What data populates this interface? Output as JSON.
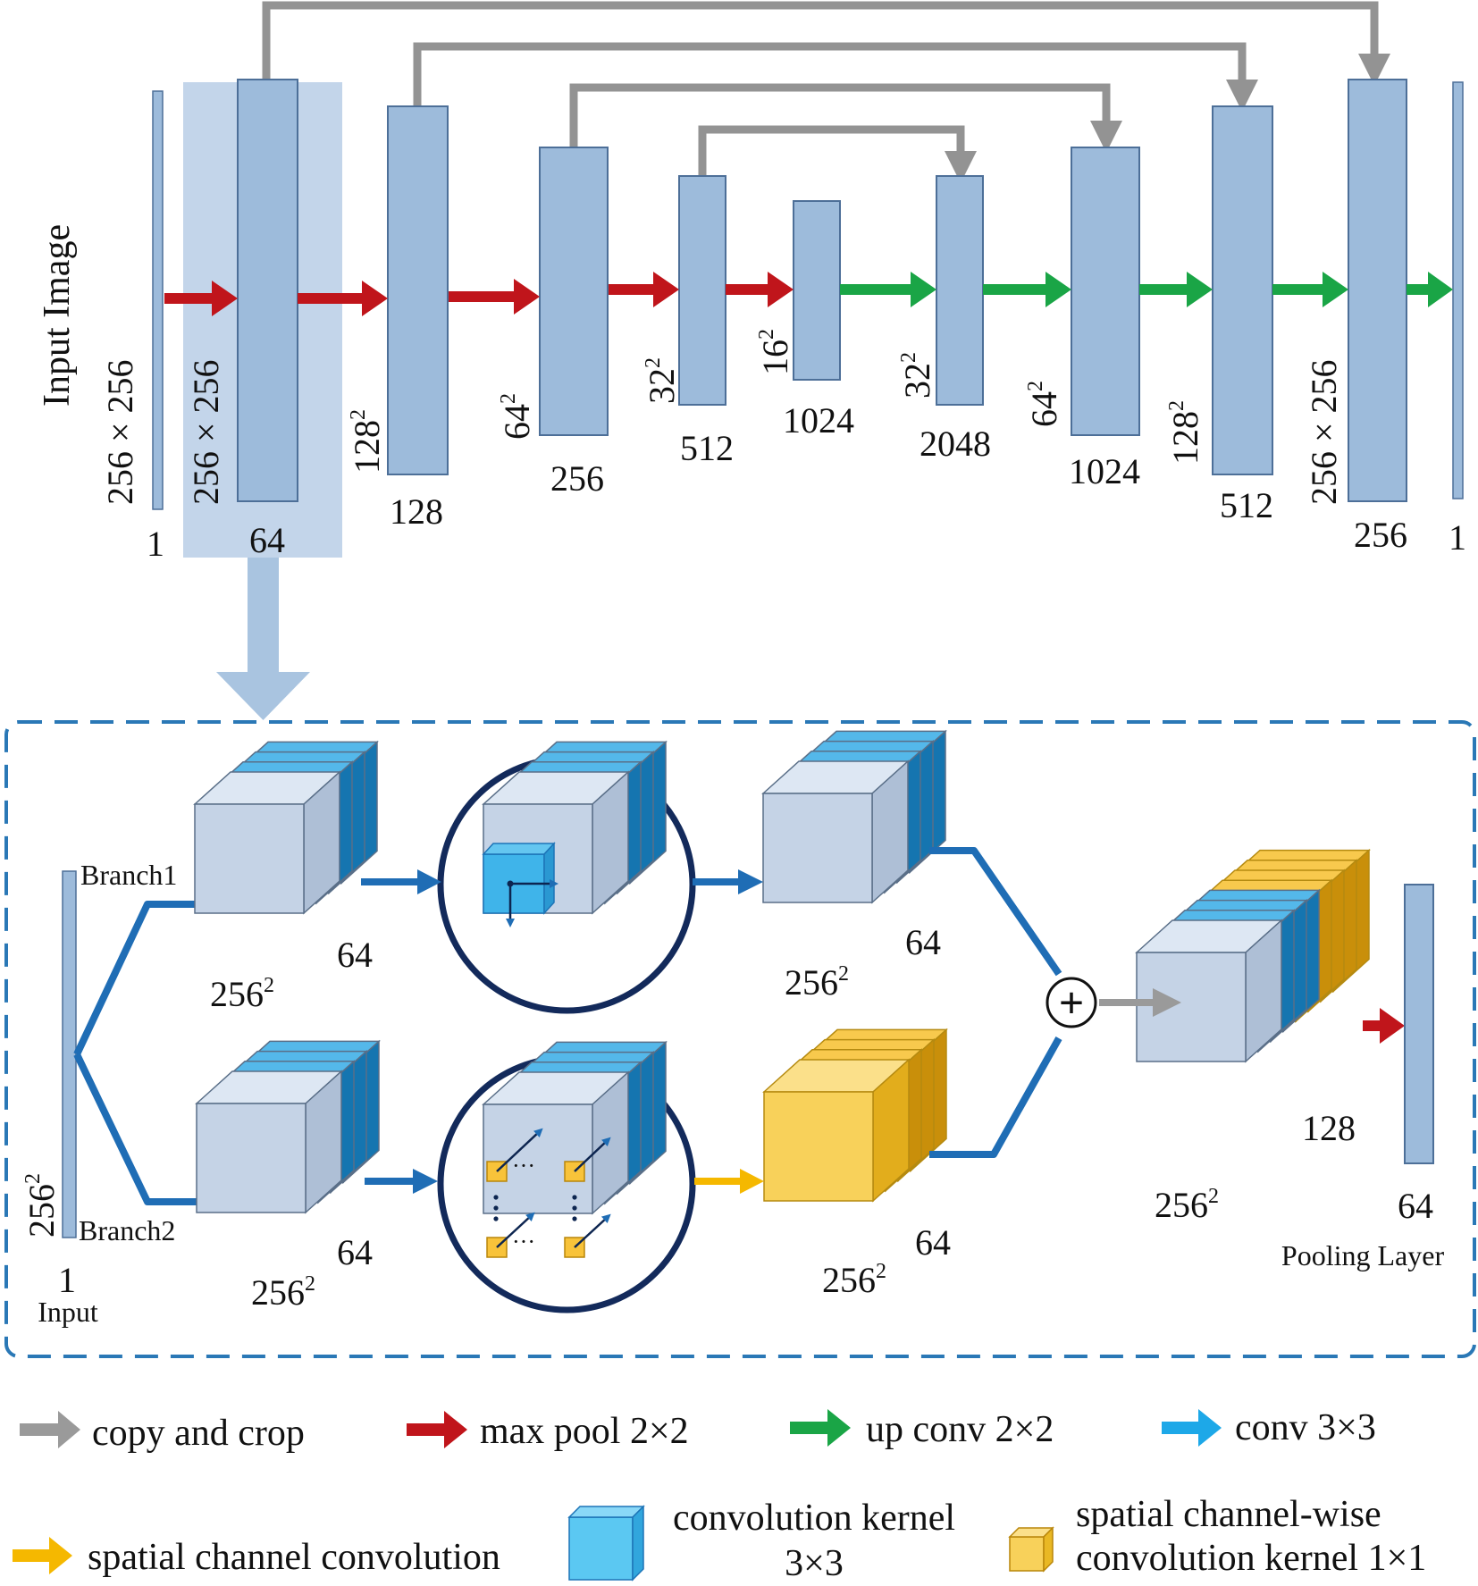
{
  "title": "",
  "unet": {
    "input_rotated_label": "Input Image",
    "rotated_sizes": [
      "256 × 256",
      "256 × 256",
      "256 × 256"
    ],
    "spatial_sizes": [
      {
        "base": "128",
        "exp": "2"
      },
      {
        "base": "64",
        "exp": "2"
      },
      {
        "base": "32",
        "exp": "2"
      },
      {
        "base": "16",
        "exp": "2"
      },
      {
        "base": "32",
        "exp": "2"
      },
      {
        "base": "64",
        "exp": "2"
      },
      {
        "base": "128",
        "exp": "2"
      }
    ],
    "channel_labels": [
      "1",
      "64",
      "128",
      "256",
      "512",
      "1024",
      "2048",
      "1024",
      "512",
      "256",
      "1"
    ]
  },
  "detail": {
    "branch1": "Branch1",
    "branch2": "Branch2",
    "input_channels": "1",
    "input_label": "Input",
    "input_size": {
      "base": "256",
      "exp": "2"
    },
    "block_sizes": [
      {
        "base": "256",
        "exp": "2"
      },
      {
        "base": "256",
        "exp": "2"
      },
      {
        "base": "256",
        "exp": "2"
      },
      {
        "base": "256",
        "exp": "2"
      },
      {
        "base": "256",
        "exp": "2"
      }
    ],
    "block_channels": [
      "64",
      "64",
      "64",
      "64",
      "128",
      "64"
    ],
    "pooling_label": "Pooling Layer",
    "plus_symbol": "+"
  },
  "legend": [
    {
      "icon": "gray-arrow",
      "text": "copy and crop",
      "color": "#9a9a9a"
    },
    {
      "icon": "red-arrow",
      "text": "max pool 2×2",
      "color": "#c0151b"
    },
    {
      "icon": "green-arrow",
      "text": "up conv 2×2",
      "color": "#1aa546"
    },
    {
      "icon": "cyan-arrow",
      "text": "conv 3×3",
      "color": "#1da8e8"
    },
    {
      "icon": "yellow-arrow",
      "text": "spatial channel convolution",
      "color": "#f5b800"
    },
    {
      "icon": "blue-cube",
      "text": "convolution kernel",
      "text2": "3×3",
      "color": "#5bc8f2"
    },
    {
      "icon": "yellow-cube",
      "text": "spatial channel-wise",
      "text2": "convolution kernel 1×1",
      "color": "#f8d15a"
    }
  ],
  "colors": {
    "bar_fill": "#9dbbdb",
    "bar_stroke": "#4d6f98",
    "highlight": "#c3d5ea",
    "skip": "#939393",
    "maxpool": "#c0151b",
    "upconv": "#1aa546",
    "conv": "#1f6db5",
    "dash_border": "#2a78b6",
    "circle_border": "#132a5b",
    "yellow_block": "#f8d15a"
  }
}
